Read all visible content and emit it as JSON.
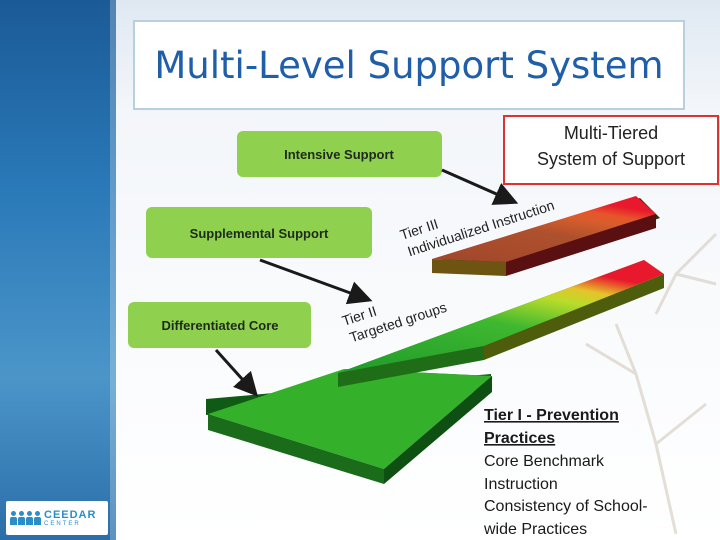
{
  "slide": {
    "title": "Multi-Level Support System"
  },
  "diagram": {
    "levels": [
      {
        "label": "Intensive Support"
      },
      {
        "label": "Supplemental Support"
      },
      {
        "label": "Differentiated Core"
      }
    ],
    "mtss_title_line1": "Multi-Tiered",
    "mtss_title_line2": "System of Support",
    "tier3_label": "Tier III",
    "tier3_sub": "Individualized Instruction",
    "tier2_label": "Tier II",
    "tier2_sub": "Targeted groups",
    "tier1_heading_line1": "Tier I - Prevention",
    "tier1_heading_line2": "Practices",
    "tier1_lines": [
      "Core Benchmark",
      "Instruction",
      "Consistency of School-",
      "wide Practices"
    ]
  },
  "logo": {
    "name": "CEEDAR",
    "sub": "CENTER"
  },
  "colors": {
    "title": "#1f5ea8",
    "box_green": "#8fd14f",
    "tier_red": "#e8192c",
    "tier_green": "#2fa82c",
    "mtss_border": "#e03030"
  }
}
